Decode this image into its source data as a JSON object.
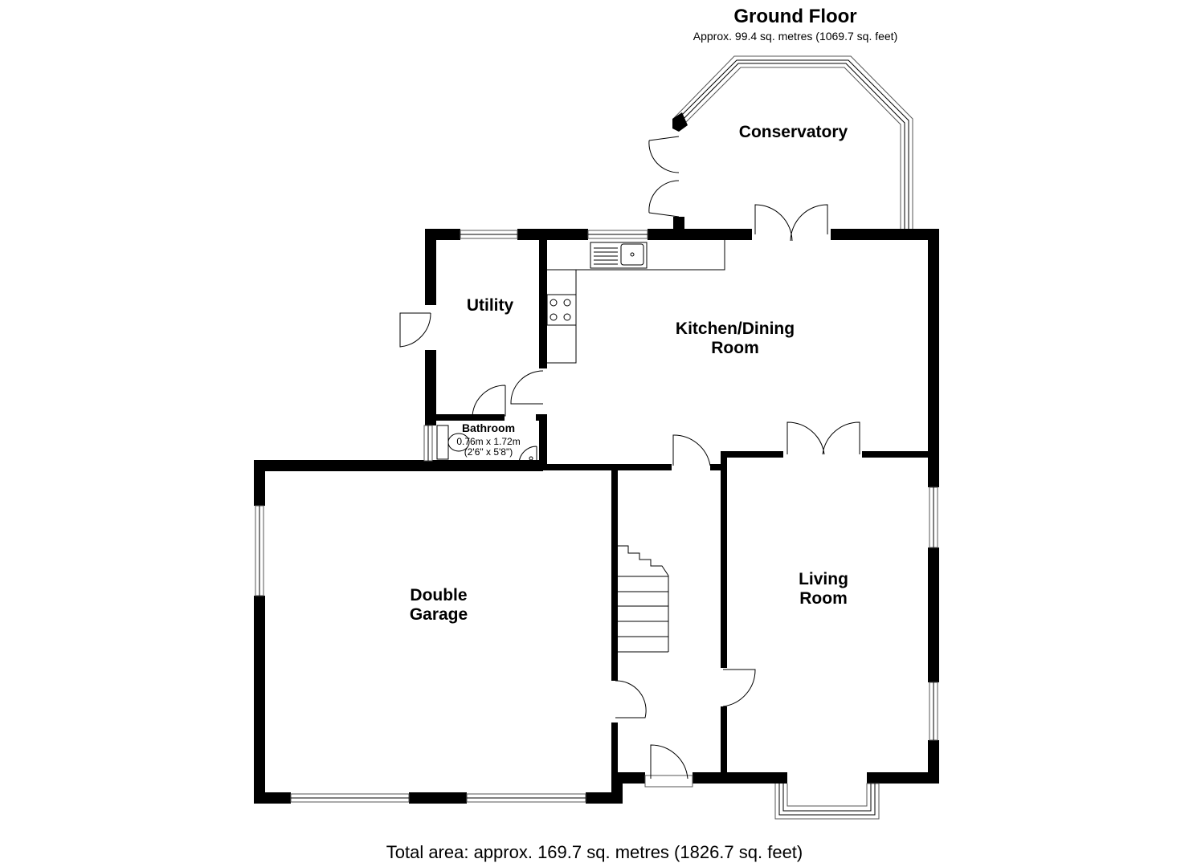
{
  "header": {
    "title": "Ground Floor",
    "area": "Approx. 99.4 sq. metres (1069.7 sq. feet)"
  },
  "rooms": {
    "conservatory": "Conservatory",
    "utility": "Utility",
    "kitchen_line1": "Kitchen/Dining",
    "kitchen_line2": "Room",
    "bathroom": "Bathroom",
    "bathroom_metric": "0.76m x 1.72m",
    "bathroom_imperial": "(2'6\" x 5'8\")",
    "garage_line1": "Double",
    "garage_line2": "Garage",
    "living_line1": "Living",
    "living_line2": "Room"
  },
  "footer": {
    "total_area": "Total area: approx. 169.7 sq. metres (1826.7 sq. feet)"
  }
}
